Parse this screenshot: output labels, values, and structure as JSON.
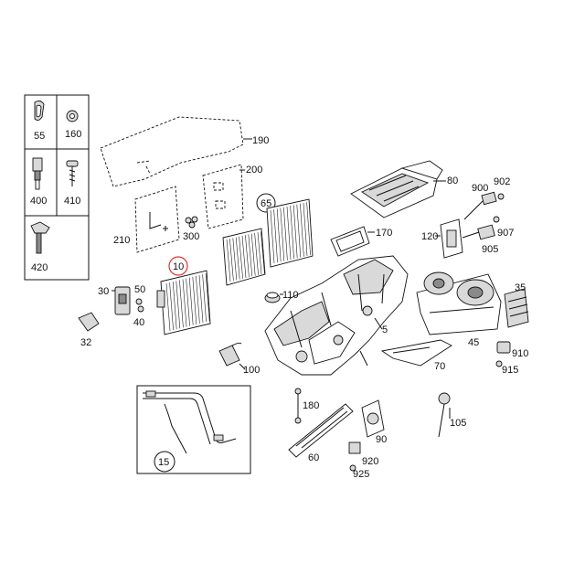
{
  "parts": {
    "p10": "10",
    "p5": "5",
    "p15": "15",
    "p30": "30",
    "p32": "32",
    "p40": "40",
    "p45": "45",
    "p50": "50",
    "p55": "55",
    "p60": "60",
    "p65": "65",
    "p70": "70",
    "p80": "80",
    "p90": "90",
    "p100": "100",
    "p105": "105",
    "p110": "110",
    "p120": "120",
    "p160": "160",
    "p170": "170",
    "p180": "180",
    "p190": "190",
    "p200": "200",
    "p210": "210",
    "p300": "300",
    "p400": "400",
    "p410": "410",
    "p420": "420",
    "p900": "900",
    "p902": "902",
    "p905": "905",
    "p907": "907",
    "p910": "910",
    "p915": "915",
    "p920": "920",
    "p925": "925"
  },
  "highlight_color": "#e0342f",
  "line_color": "#111111"
}
